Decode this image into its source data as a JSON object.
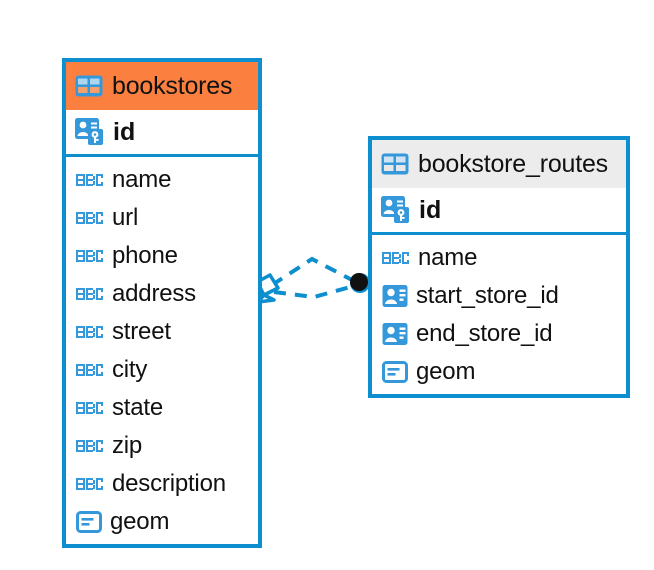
{
  "diagram": {
    "type": "entity-relationship-diagram",
    "background": "#ffffff",
    "colors": {
      "border_blue": "#0d8ecf",
      "header_orange": "#fb8040",
      "header_gray": "#ececec",
      "icon_blue": "#3498db",
      "text_dark": "#111111",
      "relation_endpoint": "#111111"
    }
  },
  "entities": [
    {
      "name": "bookstores",
      "header_style": "orange",
      "table_icon": "table-icon",
      "primary_key": {
        "label": "id",
        "icon": "primary-key-icon"
      },
      "fields": [
        {
          "label": "name",
          "icon": "abc-text-icon"
        },
        {
          "label": "url",
          "icon": "abc-text-icon"
        },
        {
          "label": "phone",
          "icon": "abc-text-icon"
        },
        {
          "label": "address",
          "icon": "abc-text-icon"
        },
        {
          "label": "street",
          "icon": "abc-text-icon"
        },
        {
          "label": "city",
          "icon": "abc-text-icon"
        },
        {
          "label": "state",
          "icon": "abc-text-icon"
        },
        {
          "label": "zip",
          "icon": "abc-text-icon"
        },
        {
          "label": "description",
          "icon": "abc-text-icon"
        },
        {
          "label": "geom",
          "icon": "geometry-icon"
        }
      ]
    },
    {
      "name": "bookstore_routes",
      "header_style": "gray",
      "table_icon": "table-icon",
      "primary_key": {
        "label": "id",
        "icon": "primary-key-icon"
      },
      "fields": [
        {
          "label": "name",
          "icon": "abc-text-icon"
        },
        {
          "label": "start_store_id",
          "icon": "foreign-key-icon"
        },
        {
          "label": "end_store_id",
          "icon": "foreign-key-icon"
        },
        {
          "label": "geom",
          "icon": "geometry-icon"
        }
      ]
    }
  ],
  "relationship": {
    "from_entity": "bookstores",
    "to_entity": "bookstore_routes",
    "from_marker": "crows-foot-diamond-icon",
    "to_marker": "filled-circle-icon",
    "line_style": "dashed",
    "line_color": "#0d8ecf"
  }
}
